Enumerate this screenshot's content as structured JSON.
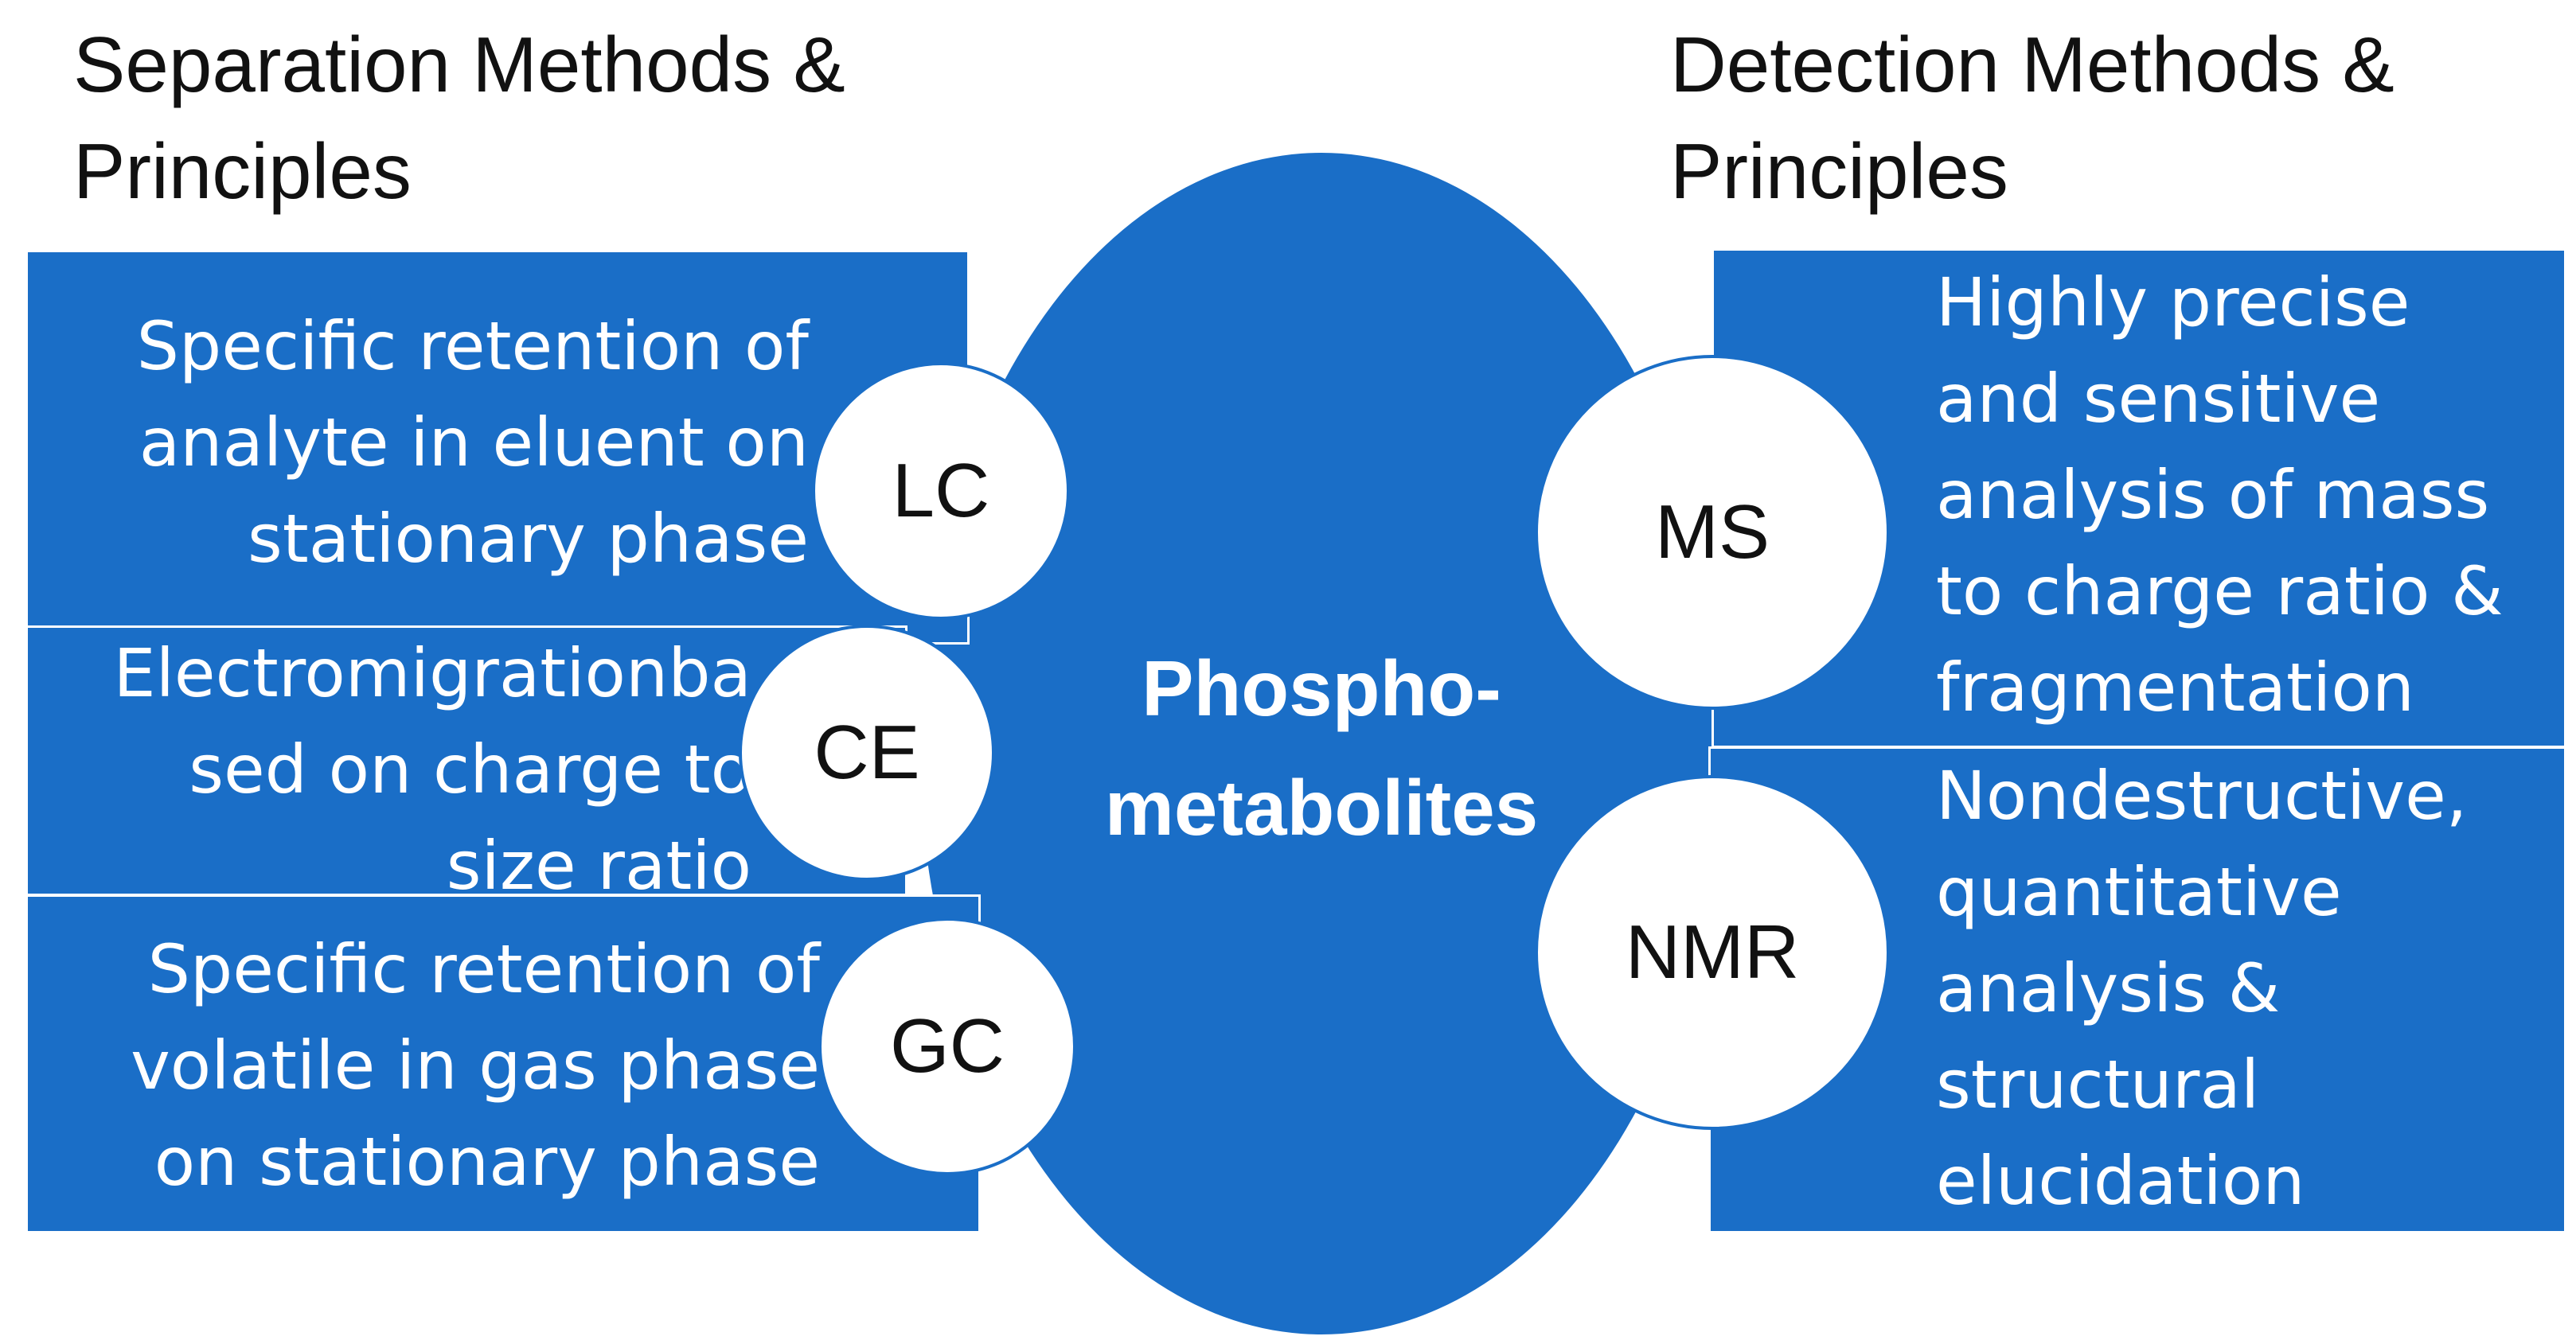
{
  "headings": {
    "separation": [
      "Separation Methods &",
      "Principles"
    ],
    "detection": [
      "Detection Methods &",
      "Principles"
    ]
  },
  "center": {
    "lines": [
      "Phospho-",
      "metabolites"
    ]
  },
  "separation_methods": [
    {
      "abbr": "LC",
      "lines": [
        "Specific retention of",
        "analyte in eluent on",
        "stationary phase"
      ]
    },
    {
      "abbr": "CE",
      "lines": [
        "Electromigrationba",
        "sed on charge to",
        "size ratio"
      ]
    },
    {
      "abbr": "GC",
      "lines": [
        "Specific retention of",
        "volatile in gas phase",
        "on stationary phase"
      ]
    }
  ],
  "detection_methods": [
    {
      "abbr": "MS",
      "lines": [
        "Highly precise",
        "and sensitive",
        "analysis of mass",
        "to charge ratio &",
        "fragmentation"
      ]
    },
    {
      "abbr": "NMR",
      "lines": [
        "Nondestructive,",
        "quantitative",
        "analysis &",
        "structural",
        "elucidation"
      ]
    }
  ],
  "colors": {
    "fill": "#1a6ec7",
    "text_on_fill": "#ffffff",
    "circle": "#ffffff"
  }
}
